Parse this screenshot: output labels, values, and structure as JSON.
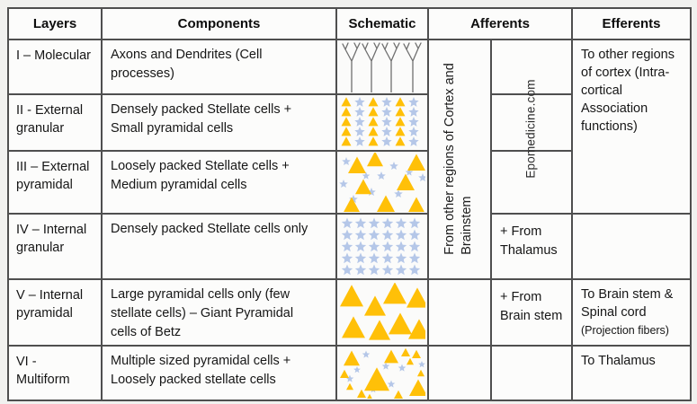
{
  "header": {
    "layers": "Layers",
    "components": "Components",
    "schematic": "Schematic",
    "afferents": "Afferents",
    "efferents": "Efferents"
  },
  "rows": [
    {
      "layer": "I – Molecular",
      "components": "Axons and Dendrites (Cell processes)"
    },
    {
      "layer": "II - External granular",
      "components": "Densely packed Stellate cells + Small pyramidal cells"
    },
    {
      "layer": "III – External pyramidal",
      "components": "Loosely packed Stellate cells + Medium pyramidal cells"
    },
    {
      "layer": "IV – Internal granular",
      "components": "Densely packed Stellate cells only"
    },
    {
      "layer": "V – Internal pyramidal",
      "components": "Large pyramidal cells only (few stellate cells) – Giant Pyramidal cells of Betz"
    },
    {
      "layer": "VI - Multiform",
      "components": "Multiple sized pyramidal cells + Loosely packed stellate cells"
    }
  ],
  "afferents": {
    "span_line1": "From other regions of Cortex and",
    "span_line2": "Brainstem",
    "row4": "+ From Thalamus",
    "row5": "+ From Brain stem"
  },
  "efferents": {
    "rows1to3": "To other regions of cortex (Intra-cortical Association functions)",
    "row5_main": "To Brain stem & Spinal cord",
    "row5_sub": "(Projection fibers)",
    "row6": "To Thalamus"
  },
  "watermark": "Epomedicine.com",
  "colors": {
    "triangle": "#FFC008",
    "star": "#B5C7E8",
    "dendrite": "#6f6f6f",
    "border": "#4f4f4f",
    "cell_bg": "#fcfcfb",
    "page_bg": "#f1f1ef"
  },
  "schematics": {
    "s1": {
      "type": "dendrites",
      "w": 96,
      "h": 57,
      "stems": [
        14,
        36,
        58,
        82
      ]
    },
    "s2": {
      "type": "grid",
      "w": 96,
      "h": 59,
      "tri_cols": [
        8,
        38,
        68
      ],
      "star_cols": [
        23,
        53,
        83
      ],
      "rows": [
        7,
        18,
        29,
        40,
        51
      ],
      "tri": 5.5,
      "star": 6
    },
    "s3": {
      "type": "scatter",
      "w": 96,
      "h": 66,
      "triangles": [
        [
          20,
          15,
          10
        ],
        [
          40,
          8,
          9
        ],
        [
          86,
          12,
          10
        ],
        [
          27,
          39,
          9
        ],
        [
          74,
          34,
          10
        ],
        [
          14,
          60,
          10
        ],
        [
          52,
          58,
          10
        ],
        [
          86,
          59,
          9
        ]
      ],
      "stars": [
        [
          8,
          10,
          5
        ],
        [
          61,
          15,
          5
        ],
        [
          47,
          26,
          5
        ],
        [
          93,
          28,
          5
        ],
        [
          5,
          35,
          5
        ],
        [
          36,
          44,
          5
        ],
        [
          66,
          46,
          5
        ],
        [
          16,
          52,
          5
        ],
        [
          78,
          22,
          4.5
        ],
        [
          30,
          26,
          4.5
        ]
      ]
    },
    "s4": {
      "type": "grid",
      "w": 96,
      "h": 69,
      "tri_cols": [],
      "star_cols": [
        9,
        24,
        39,
        54,
        69,
        84
      ],
      "rows": [
        9,
        22,
        35,
        48,
        61
      ],
      "tri": 5,
      "star": 6.5
    },
    "s5": {
      "type": "scatter",
      "w": 96,
      "h": 67,
      "triangles": [
        [
          14,
          16,
          13
        ],
        [
          40,
          27,
          12
        ],
        [
          62,
          13,
          13
        ],
        [
          87,
          18,
          12
        ],
        [
          16,
          51,
          13
        ],
        [
          45,
          54,
          12
        ],
        [
          68,
          47,
          13
        ],
        [
          89,
          53,
          12
        ]
      ],
      "stars": []
    },
    "s6": {
      "type": "scatter",
      "w": 96,
      "h": 57,
      "triangles": [
        [
          42,
          37,
          14
        ],
        [
          14,
          13,
          9
        ],
        [
          58,
          11,
          8
        ],
        [
          88,
          46,
          10
        ],
        [
          74,
          6,
          5
        ],
        [
          86,
          8,
          5
        ],
        [
          79,
          16,
          4
        ],
        [
          6,
          30,
          5
        ],
        [
          25,
          52,
          5
        ],
        [
          91,
          29,
          4
        ],
        [
          12,
          44,
          4
        ],
        [
          34,
          57,
          5
        ],
        [
          66,
          54,
          6
        ]
      ],
      "stars": [
        [
          30,
          8,
          4.5
        ],
        [
          52,
          21,
          4.5
        ],
        [
          70,
          23,
          4.5
        ],
        [
          92,
          19,
          4
        ],
        [
          12,
          35,
          4.5
        ],
        [
          58,
          41,
          4.5
        ],
        [
          38,
          47,
          4
        ],
        [
          20,
          25,
          4
        ]
      ]
    }
  }
}
